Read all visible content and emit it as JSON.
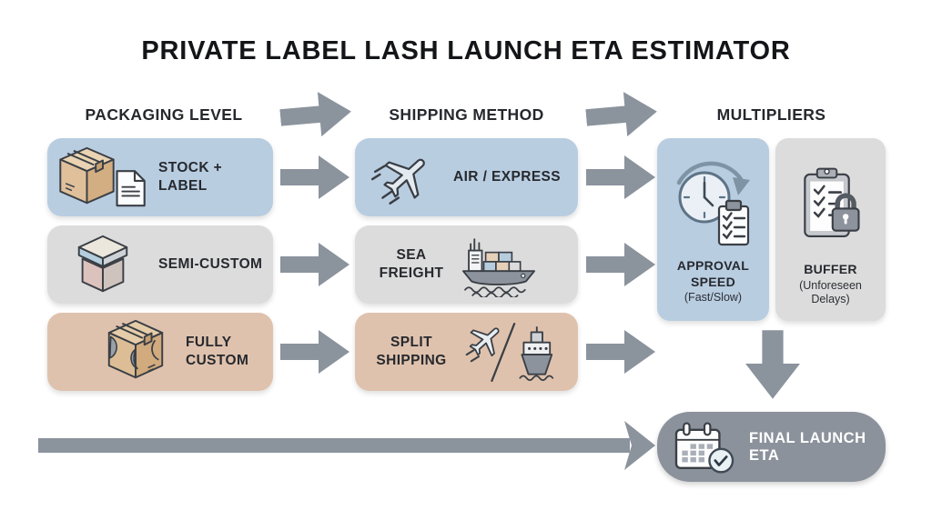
{
  "title": "PRIVATE LABEL LASH LAUNCH ETA ESTIMATOR",
  "headers": [
    {
      "label": "PACKAGING LEVEL"
    },
    {
      "label": "SHIPPING METHOD"
    },
    {
      "label": "MULTIPLIERS"
    }
  ],
  "packaging_levels": [
    {
      "label": "STOCK + LABEL",
      "icon": "stock-box-label-icon",
      "bg": "#b9cde1"
    },
    {
      "label": "SEMI-CUSTOM",
      "icon": "gift-box-icon",
      "bg": "#dcdcdd"
    },
    {
      "label": "FULLY CUSTOM",
      "icon": "custom-printed-box-icon",
      "bg": "#dfc2ad"
    }
  ],
  "shipping_methods": [
    {
      "label": "AIR / EXPRESS",
      "icon": "airplane-icon",
      "bg": "#b9cde1"
    },
    {
      "label": "SEA FREIGHT",
      "icon": "cargo-ship-icon",
      "bg": "#dcdcdd"
    },
    {
      "label": "SPLIT SHIPPING",
      "icon": "plane-slash-ship-icon",
      "bg": "#dfc2ad"
    }
  ],
  "multipliers": [
    {
      "label": "APPROVAL SPEED",
      "sublabel": "(Fast/Slow)",
      "icon": "clock-checklist-icon",
      "bg": "#b9cde1"
    },
    {
      "label": "BUFFER",
      "sublabel": "(Unforeseen Delays)",
      "icon": "clipboard-lock-icon",
      "bg": "#dcdcdd"
    }
  ],
  "result": {
    "label": "FINAL LAUNCH ETA",
    "icon": "calendar-check-icon",
    "bg": "#8b929c"
  },
  "colors": {
    "background": "#ffffff",
    "arrow": "#8b939d",
    "blue_card": "#b9cde1",
    "gray_card": "#dcdcdd",
    "tan_card": "#dfc2ad",
    "result_card": "#8b929c",
    "text": "#26292e"
  }
}
